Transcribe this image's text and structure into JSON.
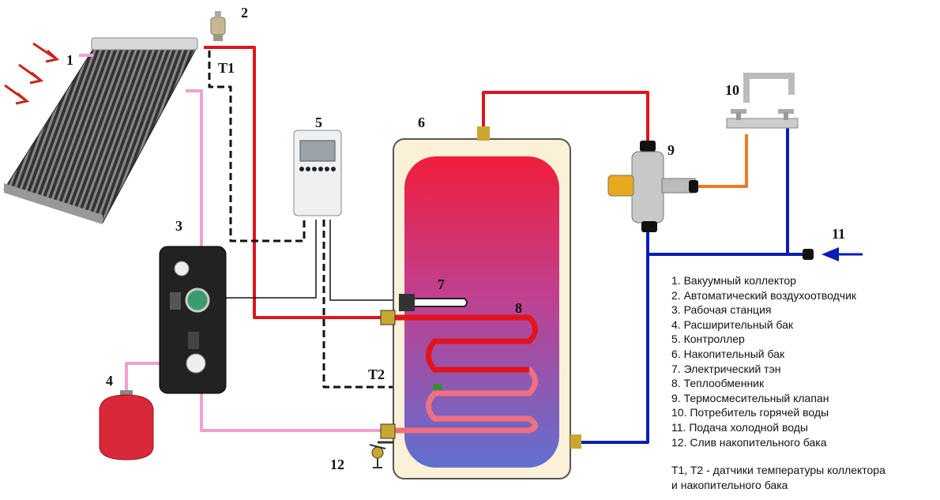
{
  "labels": {
    "n1": "1",
    "n2": "2",
    "n3": "3",
    "n4": "4",
    "n5": "5",
    "n6": "6",
    "n7": "7",
    "n8": "8",
    "n9": "9",
    "n10": "10",
    "n11": "11",
    "n12": "12",
    "t1": "T1",
    "t2": "T2"
  },
  "legend": [
    "1. Вакуумный коллектор",
    "2. Автоматический воздухоотводчик",
    "3. Рабочая станция",
    "4. Расширительный бак",
    "5. Контроллер",
    "6. Накопительный бак",
    "7. Электрический тэн",
    "8. Теплообменник",
    "9. Термосмесительный клапан",
    "10. Потребитель горячей воды",
    "11. Подача холодной воды",
    "12. Слив накопительного бака"
  ],
  "note": {
    "line1": "T1, T2 - датчики температуры коллектора",
    "line2": "и накопительного бака"
  },
  "colors": {
    "hot_pipe": "#e0141e",
    "glycol_pipe": "#f0a0d0",
    "cold_pipe": "#0a1eb4",
    "mixed_pipe": "#f07820",
    "tank_top": "#f01e3c",
    "tank_bottom": "#6070d0"
  }
}
